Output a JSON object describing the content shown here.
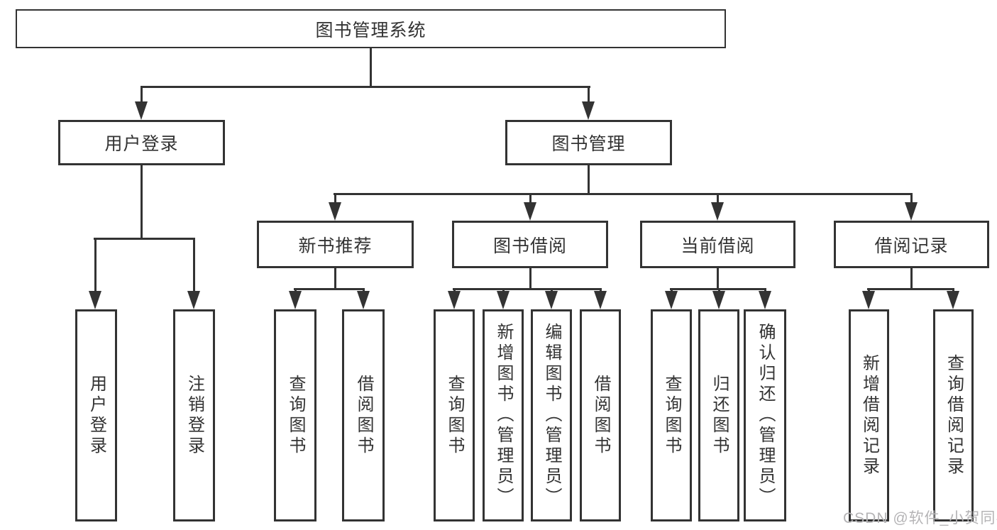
{
  "colors": {
    "line": "#333333",
    "border": "#333333",
    "text": "#333333",
    "watermark": "#b5b4b6",
    "bg": "#ffffff"
  },
  "tree": {
    "root": {
      "label": "图书管理系统"
    },
    "branches": [
      {
        "label": "用户登录",
        "children": [
          {
            "label": "用户登录"
          },
          {
            "label": "注销登录"
          }
        ]
      },
      {
        "label": "图书管理",
        "children": [
          {
            "label": "新书推荐",
            "children": [
              {
                "label": "查询图书"
              },
              {
                "label": "借阅图书"
              }
            ]
          },
          {
            "label": "图书借阅",
            "children": [
              {
                "label": "查询图书"
              },
              {
                "label": "新增图书（管理员）"
              },
              {
                "label": "编辑图书（管理员）"
              },
              {
                "label": "借阅图书"
              }
            ]
          },
          {
            "label": "当前借阅",
            "children": [
              {
                "label": "查询图书"
              },
              {
                "label": "归还图书"
              },
              {
                "label": "确认归还（管理员）"
              }
            ]
          },
          {
            "label": "借阅记录",
            "children": [
              {
                "label": "新增借阅记录"
              },
              {
                "label": "查询借阅记录"
              }
            ]
          }
        ]
      }
    ]
  },
  "watermark": {
    "text": "CSDN @软件_小贺同学"
  }
}
